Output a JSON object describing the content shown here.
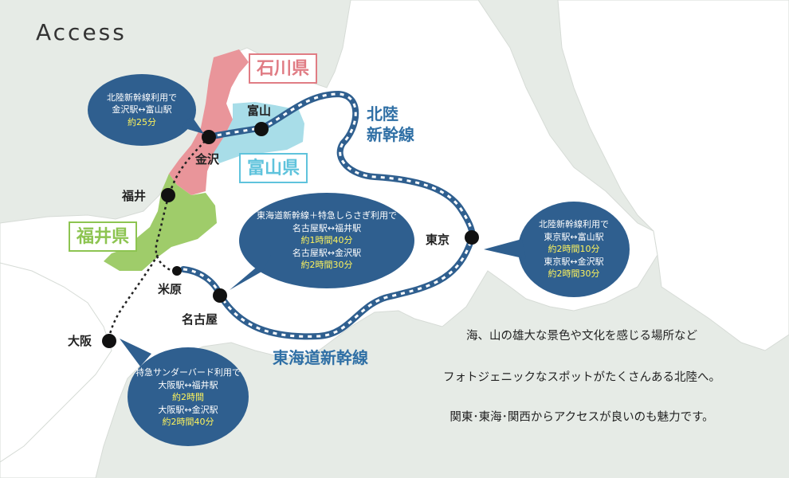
{
  "heading": "Access",
  "prefectures": {
    "ishikawa": "石川県",
    "toyama": "富山県",
    "fukui": "福井県"
  },
  "lines": {
    "hokuriku": [
      "北陸",
      "新幹線"
    ],
    "tokaido": "東海道新幹線"
  },
  "stations": {
    "kanazawa": "金沢",
    "toyama": "富山",
    "fukui": "福井",
    "maibara": "米原",
    "nagoya": "名古屋",
    "osaka": "大阪",
    "tokyo": "東京"
  },
  "bubbles": {
    "kanazawa_toyama": [
      "北陸新幹線利用で",
      "金沢駅↔富山駅",
      "約25分"
    ],
    "nagoya": [
      "東海道新幹線＋特急しらさぎ利用で",
      "名古屋駅↔福井駅",
      "約1時間40分",
      "名古屋駅↔金沢駅",
      "約2時間30分"
    ],
    "tokyo": [
      "北陸新幹線利用で",
      "東京駅↔富山駅",
      "約2時間10分",
      "東京駅↔金沢駅",
      "約2時間30分"
    ],
    "osaka": [
      "特急サンダーバード利用で",
      "大阪駅↔福井駅",
      "約2時間",
      "大阪駅↔金沢駅",
      "約2時間40分"
    ]
  },
  "message": [
    "海、山の雄大な景色や文化を感じる場所など",
    "フォトジェニックなスポットがたくさんある北陸へ。",
    "関東･東海･関西からアクセスが良いのも魅力です。"
  ],
  "colors": {
    "background": "#e6ebe6",
    "land": "#ffffff",
    "ishikawa": "#e9959a",
    "toyama": "#a8dde8",
    "fukui": "#9fcc6a",
    "rail": "#2f5f8f",
    "bubble": "#2f5f8f",
    "label_blue": "#2f6fa5",
    "highlight": "#fff45c"
  }
}
